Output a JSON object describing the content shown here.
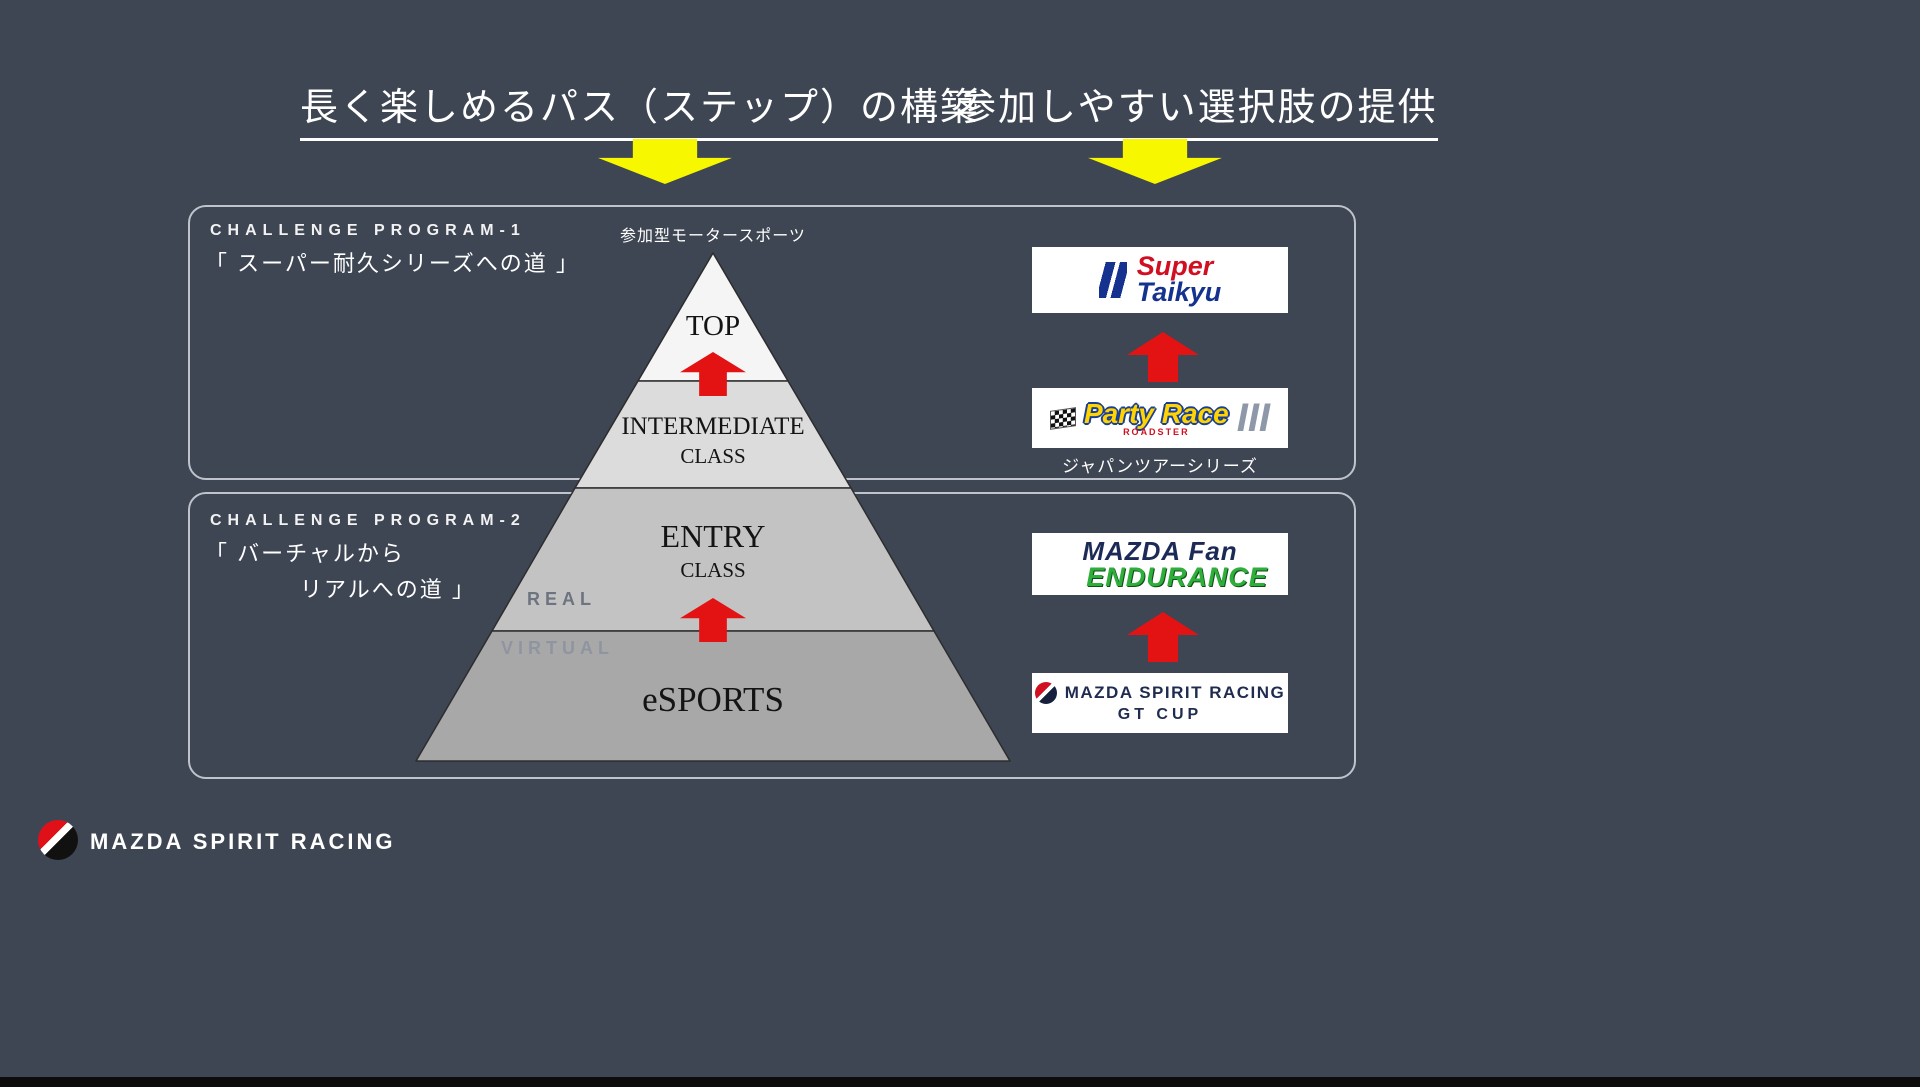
{
  "colors": {
    "background": "#3e4553",
    "highlight_yellow": "#f7f700",
    "arrow_red": "#e31313",
    "box_border": "#bfc4cc",
    "pyramid_top": "#f5f5f5",
    "pyramid_intermediate": "#dcdcdc",
    "pyramid_entry": "#c3c3c3",
    "pyramid_esports": "#a8a8a8"
  },
  "headers": {
    "left": "長く楽しめるパス（ステップ）の構築",
    "right": "参加しやすい選択肢の提供"
  },
  "program1": {
    "title": "CHALLENGE PROGRAM-1",
    "subtitle": "「 スーパー耐久シリーズへの道 」"
  },
  "program2": {
    "title": "CHALLENGE PROGRAM-2",
    "subtitle_line1": "「 バーチャルから",
    "subtitle_line2": "リアルへの道 」"
  },
  "pyramid": {
    "caption": "参加型モータースポーツ",
    "levels": [
      {
        "label": "TOP"
      },
      {
        "label": "INTERMEDIATE",
        "sub": "CLASS"
      },
      {
        "label": "ENTRY",
        "sub": "CLASS"
      },
      {
        "label": "eSPORTS"
      }
    ],
    "side_labels": {
      "real": "REAL",
      "virtual": "VIRTUAL"
    }
  },
  "logos": {
    "super_taikyu": {
      "line1": "Super",
      "line2": "Taikyu"
    },
    "party_race": {
      "name": "Party Race",
      "numeral": "III",
      "sub": "ROADSTER",
      "caption": "ジャパンツアーシリーズ"
    },
    "fan_endurance": {
      "line1": "MAZDA Fan",
      "line2": "ENDURANCE"
    },
    "gt_cup": {
      "line1": "MAZDA SPIRIT RACING",
      "line2": "GT CUP"
    }
  },
  "footer": {
    "brand": "MAZDA SPIRIT RACING"
  }
}
